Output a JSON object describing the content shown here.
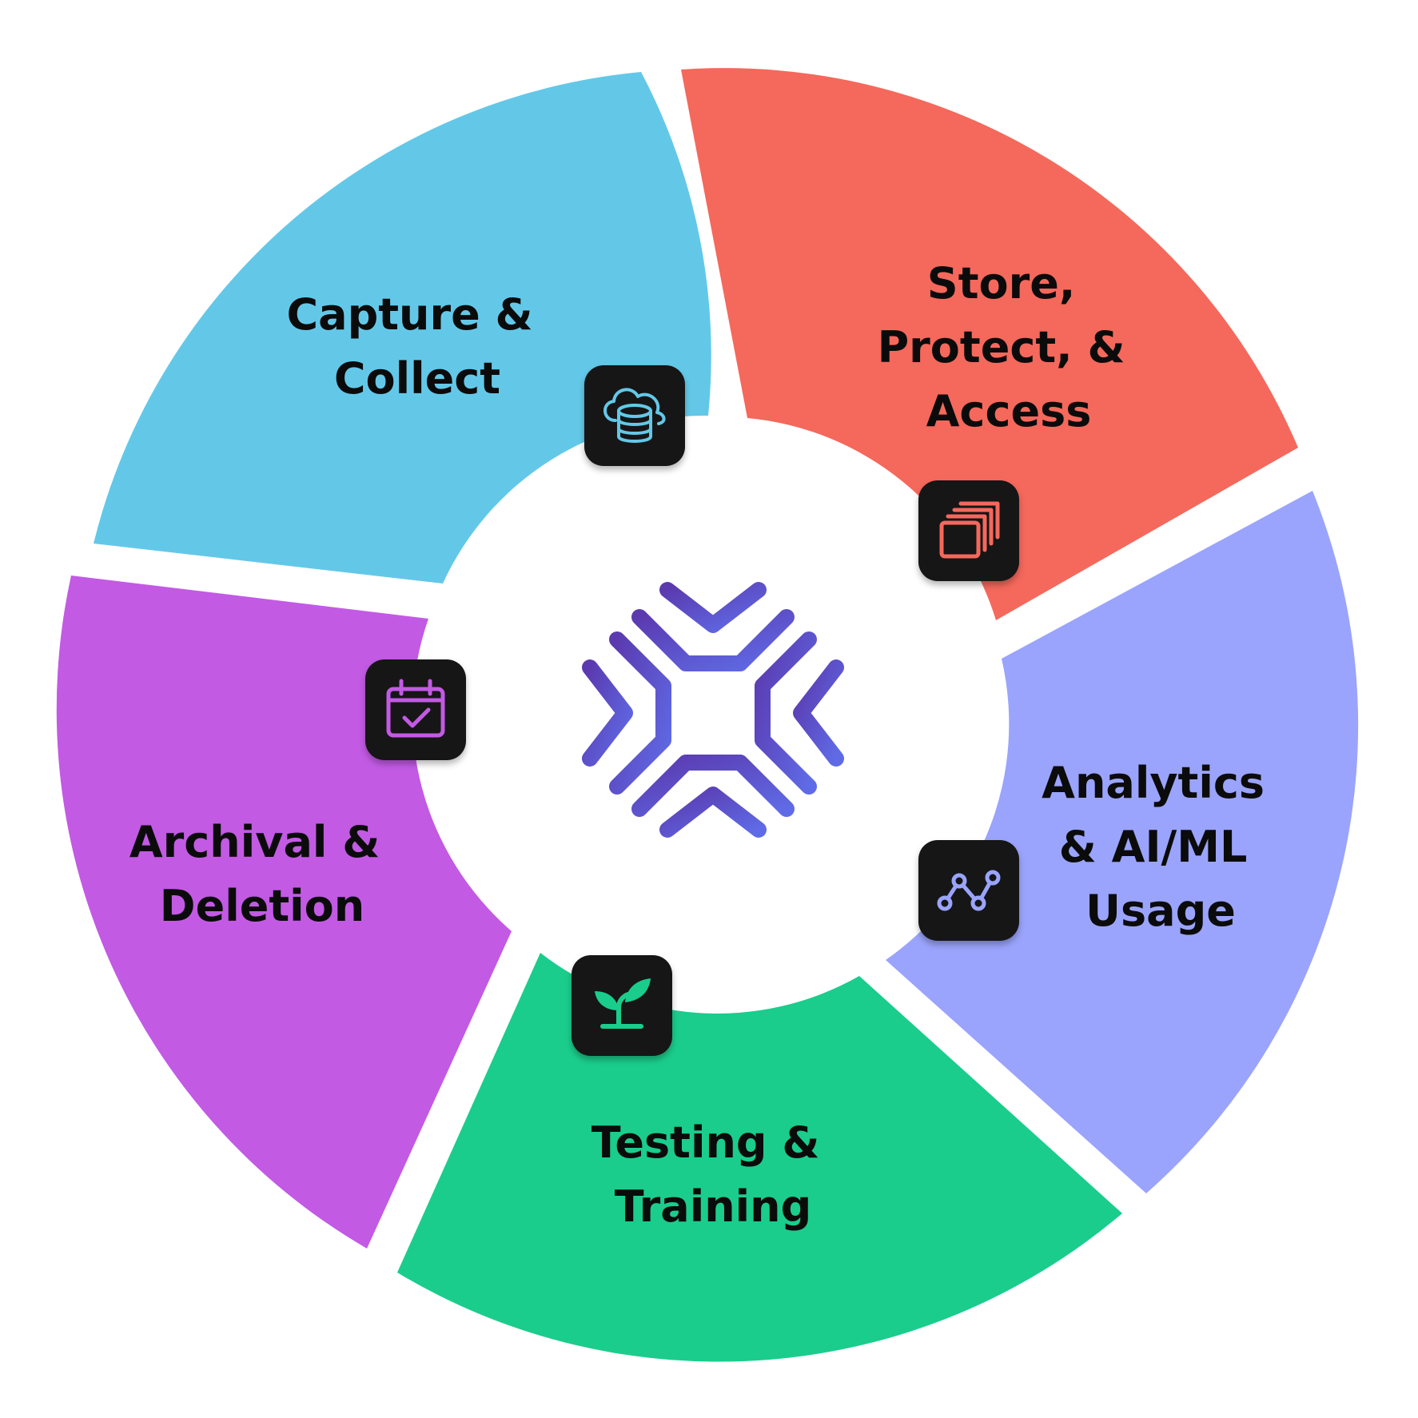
{
  "diagram": {
    "type": "cycle",
    "segments": [
      {
        "id": "capture",
        "lines": [
          "Capture &",
          "Collect"
        ],
        "color": "#63C8E8",
        "icon": "cloud-database-icon",
        "icon_color": "#63C8E8"
      },
      {
        "id": "store",
        "lines": [
          "Store,",
          "Protect, &",
          "Access"
        ],
        "color": "#F5685C",
        "icon": "stacked-windows-icon",
        "icon_color": "#F5685C"
      },
      {
        "id": "analytics",
        "lines": [
          "Analytics",
          "& AI/ML",
          "Usage"
        ],
        "color": "#9AA4FC",
        "icon": "line-chart-icon",
        "icon_color": "#9AA4FC"
      },
      {
        "id": "testing",
        "lines": [
          "Testing &",
          "Training"
        ],
        "color": "#1ACD8C",
        "icon": "sprout-icon",
        "icon_color": "#1ACD8C"
      },
      {
        "id": "archival",
        "lines": [
          "Archival &",
          "Deletion"
        ],
        "color": "#C25AE4",
        "icon": "calendar-check-icon",
        "icon_color": "#C25AE4"
      }
    ],
    "center_logo": {
      "icon": "brand-logo-icon",
      "color_start": "#5B3AB0",
      "color_end": "#5F6BE6"
    },
    "badge_color": "#151515"
  }
}
